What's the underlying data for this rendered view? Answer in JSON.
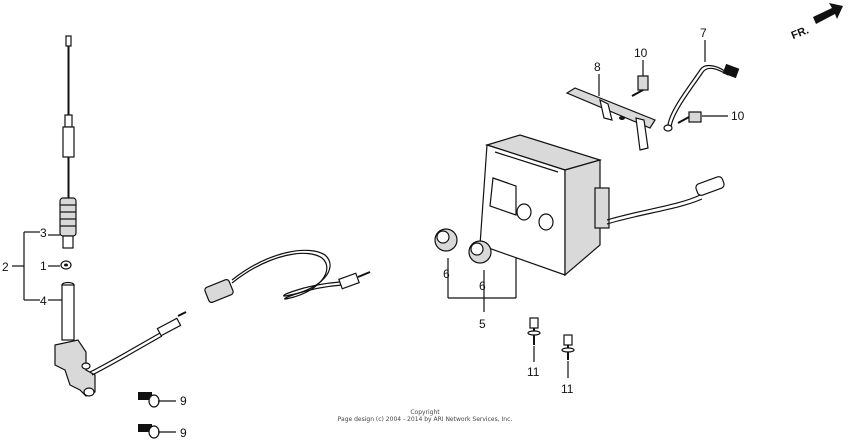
{
  "callouts": {
    "c1": "1",
    "c2": "2",
    "c3": "3",
    "c4": "4",
    "c5": "5",
    "c6a": "6",
    "c6b": "6",
    "c7": "7",
    "c8": "8",
    "c9a": "9",
    "c9b": "9",
    "c10a": "10",
    "c10b": "10",
    "c11a": "11",
    "c11b": "11"
  },
  "direction_label": "FR.",
  "copyright": {
    "line1": "Copyright",
    "line2": "Page design (c) 2004 - 2014 by ARI Network Services, Inc."
  }
}
